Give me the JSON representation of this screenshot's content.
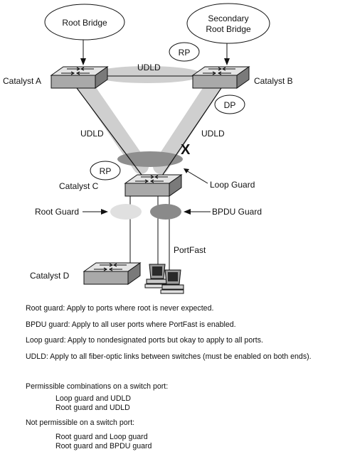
{
  "diagram": {
    "root_bridge": "Root Bridge",
    "secondary_root_bridge": [
      "Secondary",
      "Root Bridge"
    ],
    "catalyst_a": "Catalyst A",
    "catalyst_b": "Catalyst B",
    "catalyst_c": "Catalyst C",
    "catalyst_d": "Catalyst D",
    "udld_top": "UDLD",
    "udld_left": "UDLD",
    "udld_right": "UDLD",
    "rp_top": "RP",
    "dp": "DP",
    "rp_c": "RP",
    "blocked_mark": "X",
    "loop_guard": "Loop Guard",
    "root_guard": "Root Guard",
    "bpdu_guard": "BPDU Guard",
    "portfast": "PortFast"
  },
  "notes": {
    "rules": [
      "Root guard: Apply to ports where root is never expected.",
      "BPDU guard: Apply to all user ports where PortFast is enabled.",
      "Loop guard: Apply to nondesignated ports but okay to apply to all ports.",
      "UDLD: Apply to all fiber-optic links between switches (must be enabled on both ends)."
    ],
    "permissible_title": "Permissible combinations on a switch port:",
    "permissible": [
      "Loop guard  and UDLD",
      "Root guard and UDLD"
    ],
    "not_permissible_title": "Not permissible on a switch port:",
    "not_permissible": [
      "Root guard and Loop guard",
      "Root guard and BPDU guard"
    ]
  }
}
